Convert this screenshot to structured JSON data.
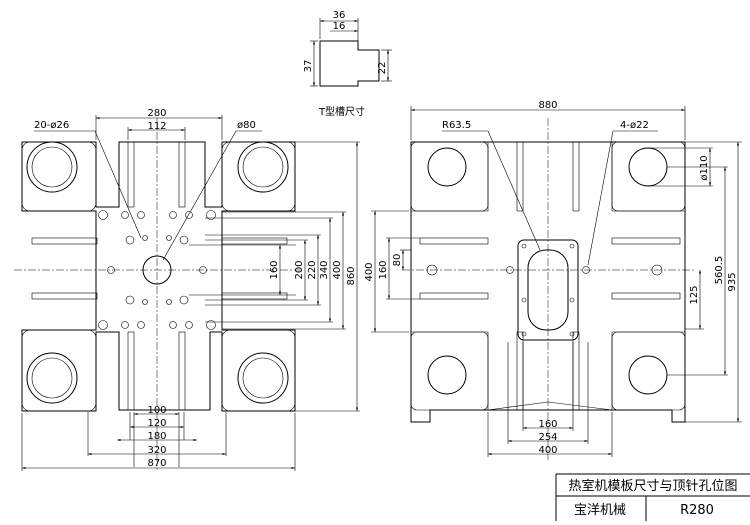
{
  "tslot": {
    "caption": "T型槽尺寸",
    "dims": {
      "top": "36",
      "mid": "16",
      "left": "37",
      "right": "22"
    }
  },
  "left_platen": {
    "dims": {
      "d280": "280",
      "d112": "112",
      "d100": "100",
      "d120": "120",
      "d180": "180",
      "d320": "320",
      "d870": "870",
      "d160": "160",
      "d200": "200",
      "d220": "220",
      "d340": "340",
      "d400": "400",
      "d860": "860"
    },
    "callouts": {
      "holes": "20-ø26",
      "center": "ø80"
    }
  },
  "right_platen": {
    "dims": {
      "d880": "880",
      "d160": "160",
      "d254": "254",
      "d400b": "400",
      "d400": "400",
      "d80": "80",
      "d110": "ø110",
      "d125": "125",
      "d5605": "560.5",
      "d935": "935"
    },
    "callouts": {
      "radius": "R63.5",
      "holes": "4-ø22"
    }
  },
  "title_block": {
    "title": "热室机模板尺寸与顶针孔位图",
    "company": "宝洋机械",
    "model": "R280"
  }
}
